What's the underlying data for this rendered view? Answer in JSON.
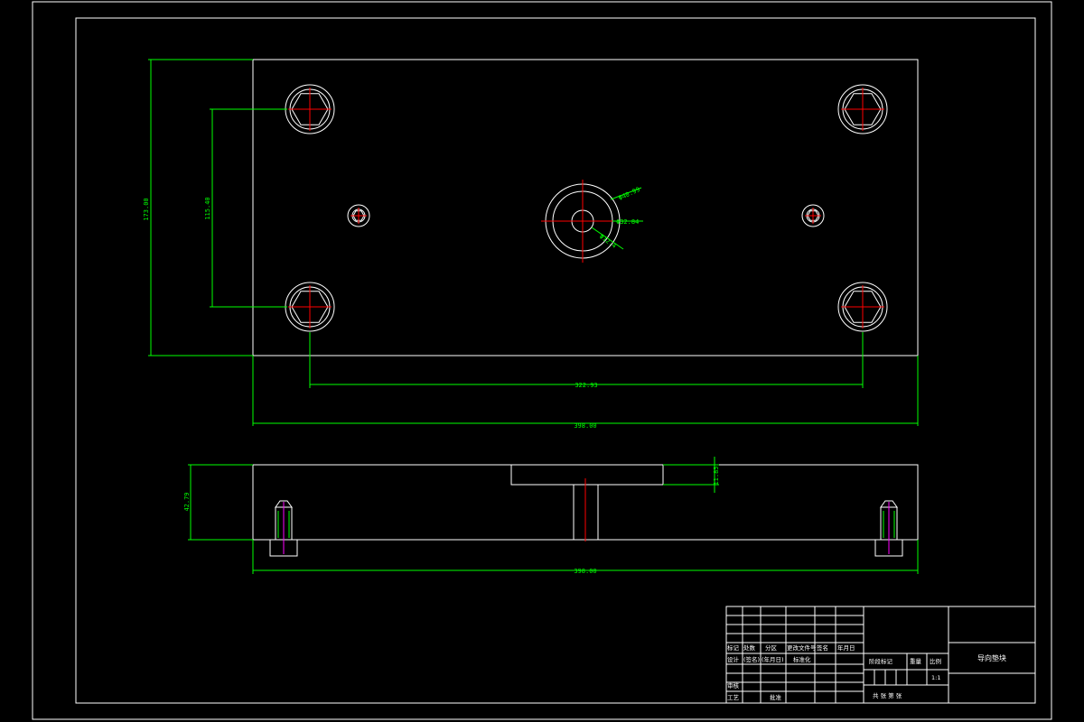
{
  "colors": {
    "background": "#000000",
    "outline": "#ffffff",
    "dimension": "#00ff00",
    "centerline": "#ff0000",
    "thread": "#ff00ff"
  },
  "plan_view": {
    "dim_length": "398.00",
    "dim_bolt_spacing_x": "322.93",
    "dim_height": "173.00",
    "dim_bolt_spacing_y": "115.40",
    "dim_outer_circle": "Φ40.99",
    "dim_middle_circle": "Φ32.84",
    "dim_inner_circle": "Φ12.4"
  },
  "section_view": {
    "dim_thickness": "42.79",
    "dim_recess_depth": "11.85",
    "dim_length": "398.00"
  },
  "title_block": {
    "h_mark": "标记",
    "h_count": "处数",
    "h_zone": "分区",
    "h_doc_no": "更改文件号",
    "h_sign": "签名",
    "h_date": "年月日",
    "r_design": "设计",
    "r_design_sign": "(签名)",
    "r_design_date": "(年月日)",
    "r_standard": "标准化",
    "r_review": "审核",
    "r_process": "工艺",
    "r_approve": "批准",
    "stage_mark": "阶段标记",
    "weight": "重量",
    "scale": "比例",
    "scale_value": "1:1",
    "sheets": "共 张 第 张",
    "drawing_name": "导向垫块"
  }
}
